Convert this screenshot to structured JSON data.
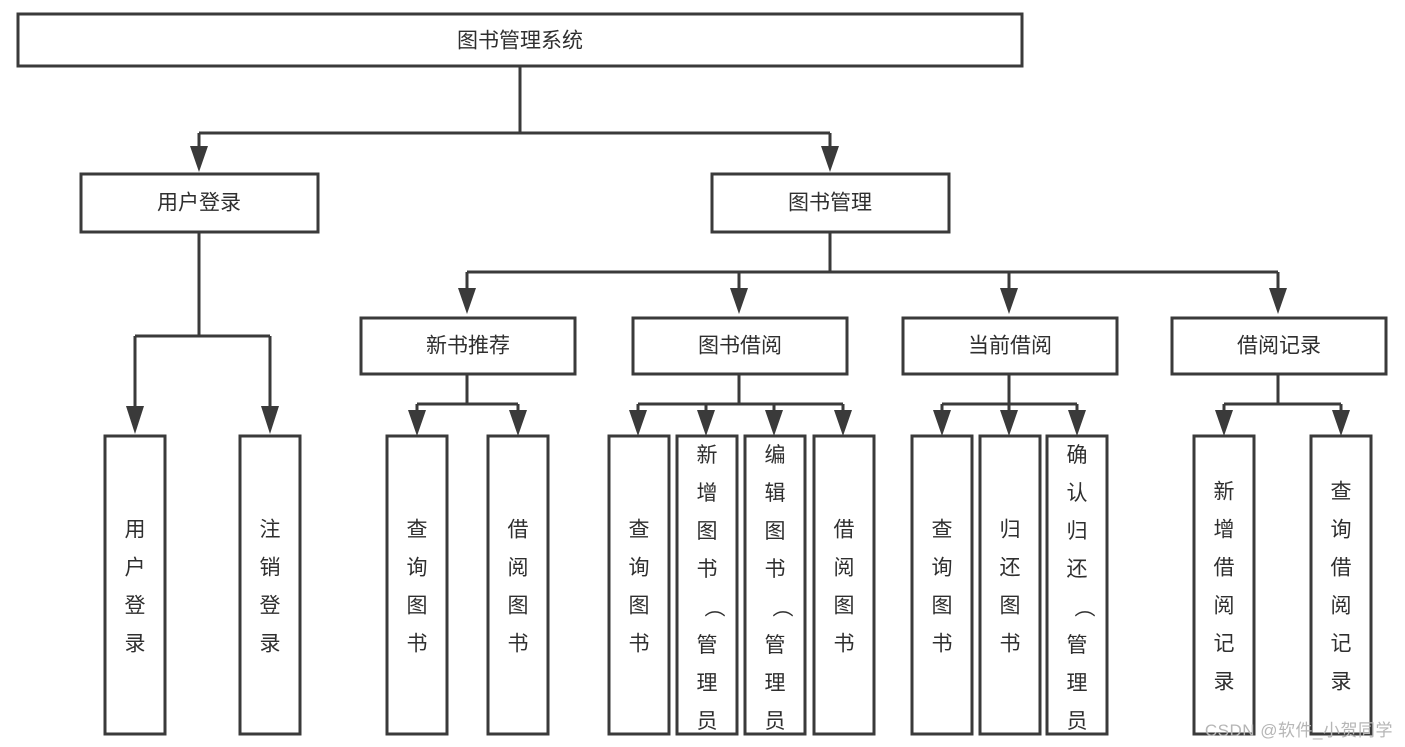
{
  "diagram": {
    "title": "图书管理系统",
    "type": "tree-hierarchy",
    "colors": {
      "stroke": "#3a3a3a",
      "fill": "#ffffff",
      "text": "#2f2f2f",
      "watermark": "#b6b6b6",
      "background": "#ffffff"
    },
    "root": {
      "label": "图书管理系统"
    },
    "level2": [
      {
        "label": "用户登录"
      },
      {
        "label": "图书管理"
      }
    ],
    "level3": [
      {
        "label": "新书推荐"
      },
      {
        "label": "图书借阅"
      },
      {
        "label": "当前借阅"
      },
      {
        "label": "借阅记录"
      }
    ],
    "leaves": {
      "user_login": [
        {
          "label": "用户登录"
        },
        {
          "label": "注销登录"
        }
      ],
      "new_book_recommend": [
        {
          "label": "查询图书"
        },
        {
          "label": "借阅图书"
        }
      ],
      "book_borrow": [
        {
          "label": "查询图书"
        },
        {
          "label": "新增图书（管理员）"
        },
        {
          "label": "编辑图书（管理员）"
        },
        {
          "label": "借阅图书"
        }
      ],
      "current_borrow": [
        {
          "label": "查询图书"
        },
        {
          "label": "归还图书"
        },
        {
          "label": "确认归还（管理员）"
        }
      ],
      "borrow_record": [
        {
          "label": "新增借阅记录"
        },
        {
          "label": "查询借阅记录"
        }
      ]
    }
  },
  "watermark": {
    "text": "CSDN @软件_小贺同学"
  }
}
